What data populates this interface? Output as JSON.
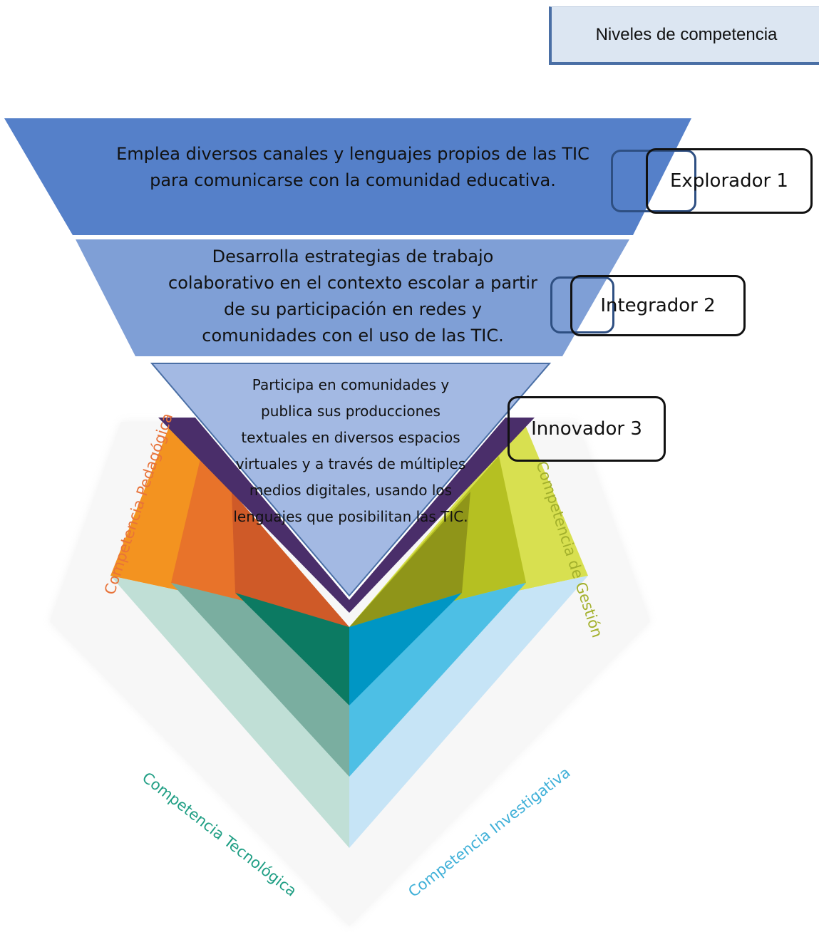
{
  "title": "Niveles de competencia",
  "levels": [
    {
      "label": "Explorador 1",
      "text": "Emplea diversos canales y lenguajes propios de las TIC para comunicarse con la comunidad educativa.",
      "color": "#5580c9"
    },
    {
      "label": "Integrador 2",
      "text": "Desarrolla estrategias de trabajo colaborativo en el contexto escolar a partir de su participación en redes y comunidades con el uso de las TIC.",
      "color": "#7f9fd6"
    },
    {
      "label": "Innovador 3",
      "text": "Participa en comunidades y publica sus producciones textuales en diversos espacios virtuales y a través de múltiples medios digitales, usando los lenguajes que posibilitan las TIC.",
      "color": "#a3b9e3"
    }
  ],
  "competencies": {
    "pedagogica": {
      "label": "Competencia Pedagógica",
      "color": "#e8733a"
    },
    "gestion": {
      "label": "Competencia de Gestión",
      "color": "#a3b02c"
    },
    "tecnologica": {
      "label": "Competencia Tecnológica",
      "color": "#1f9e84"
    },
    "investigativa": {
      "label": "Competencia Investigativa",
      "color": "#3fb0d8"
    }
  }
}
